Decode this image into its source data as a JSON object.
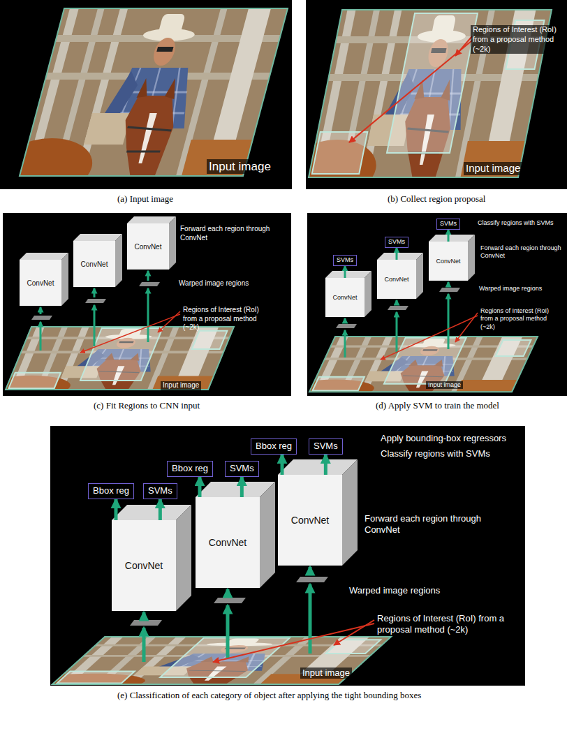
{
  "diagram": {
    "nodes": [
      {
        "text": [
          "ConvNet"
        ]
      },
      {
        "text": [
          "ConvNet"
        ]
      },
      {
        "text": [
          "ConvNet"
        ]
      },
      {
        "text": [
          "SVMs"
        ]
      },
      {
        "text": [
          "SVMs"
        ]
      },
      {
        "text": [
          "SVMs"
        ]
      },
      {
        "text": [
          "ConvNet"
        ]
      },
      {
        "text": [
          "ConvNet"
        ]
      },
      {
        "text": [
          "ConvNet"
        ]
      },
      {
        "text": [
          "Bbox reg"
        ]
      },
      {
        "text": [
          "SVMs"
        ]
      },
      {
        "text": [
          "Bbox reg"
        ]
      },
      {
        "text": [
          "SVMs"
        ]
      },
      {
        "text": [
          "Bbox reg"
        ]
      },
      {
        "text": [
          "SVMs"
        ]
      },
      {
        "text": [
          "ConvNet"
        ]
      },
      {
        "text": [
          "ConvNet"
        ]
      },
      {
        "text": [
          "ConvNet"
        ]
      }
    ],
    "edges": [
      {
        "from": 6,
        "to": 3,
        "arrow": "to"
      },
      {
        "from": 7,
        "to": 4,
        "arrow": "to"
      },
      {
        "from": 8,
        "to": 5,
        "arrow": "to"
      },
      {
        "from": 15,
        "to": 9,
        "arrow": "to"
      },
      {
        "from": 15,
        "to": 10,
        "arrow": "to"
      },
      {
        "from": 16,
        "to": 11,
        "arrow": "to"
      },
      {
        "from": 16,
        "to": 12,
        "arrow": "to"
      },
      {
        "from": 17,
        "to": 13,
        "arrow": "to"
      },
      {
        "from": 17,
        "to": 14,
        "arrow": "to"
      }
    ],
    "labels": [
      "Input image",
      "(a) Input image",
      "Regions of Interest (RoI) from a proposal method (~2k)",
      "Input image",
      "(b) Collect region proposal",
      "Forward each region through ConvNet",
      "Warped image regions",
      "Regions of Interest (RoI) from a proposal method (~2k)",
      "Input image",
      "(c) Fit Regions to CNN input",
      "Classify regions with SVMs",
      "Forward each region through ConvNet",
      "Warped image regions",
      "Regions of Interest (RoI) from a proposal method (~2k)",
      "Input image",
      "(d) Apply SVM to train the model",
      "Apply bounding-box regressors",
      "Classify regions with SVMs",
      "Forward each region through ConvNet",
      "Warped image regions",
      "Regions of Interest (RoI) from a proposal method (~2k)",
      "Input image",
      "(e) Classification of each category of object after applying the tight bounding boxes"
    ]
  }
}
